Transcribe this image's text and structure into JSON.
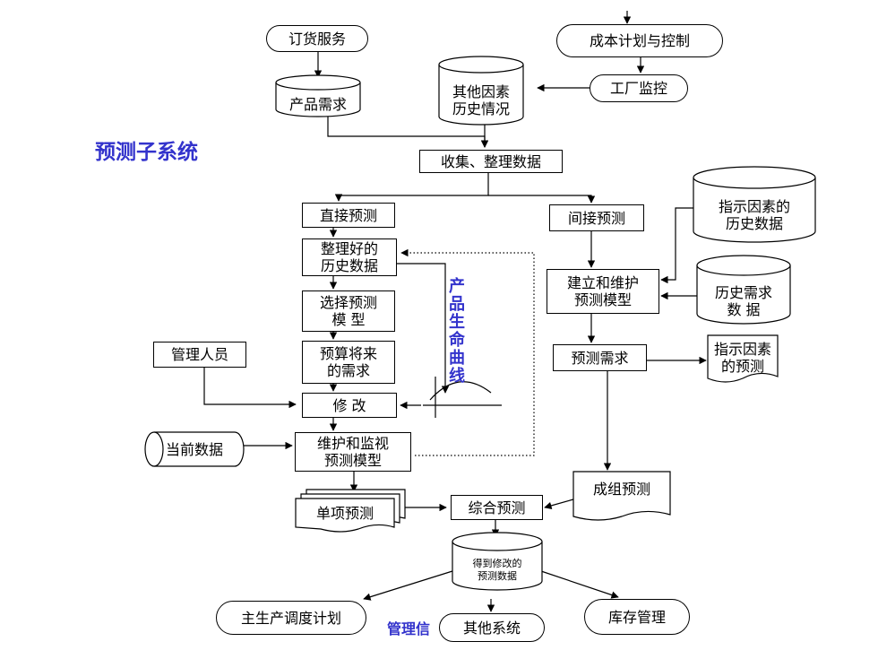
{
  "title": "预测子系统",
  "side_label": "产品生命曲线",
  "bottom_label": "管理信",
  "nodes": {
    "order_service": "订货服务",
    "product_demand": "产品需求",
    "cost_plan": "成本计划与控制",
    "factory_monitor": "工厂监控",
    "other_factors": "其他因素\n历史情况",
    "collect": "收集、整理数据",
    "direct_forecast": "直接预测",
    "indirect_forecast": "间接预测",
    "indicator_history": "指示因素的\n历史数据",
    "organized_history": "整理好的\n历史数据",
    "select_model": "选择预测\n模 型",
    "build_model": "建立和维护\n预测模型",
    "history_demand": "历史需求\n数 据",
    "manager": "管理人员",
    "budget_demand": "预算将来\n的需求",
    "forecast_demand": "预测需求",
    "indicator_forecast": "指示因素\n的预测",
    "modify": "修  改",
    "current_data": "当前数据",
    "maintain_model": "维护和监视\n预测模型",
    "group_forecast": "成组预测",
    "single_forecast": "单项预测",
    "combined_forecast": "综合预测",
    "revised_data": "得到修改的\n预测数据",
    "master_schedule": "主生产调度计划",
    "other_system": "其他系统",
    "inventory": "库存管理"
  }
}
